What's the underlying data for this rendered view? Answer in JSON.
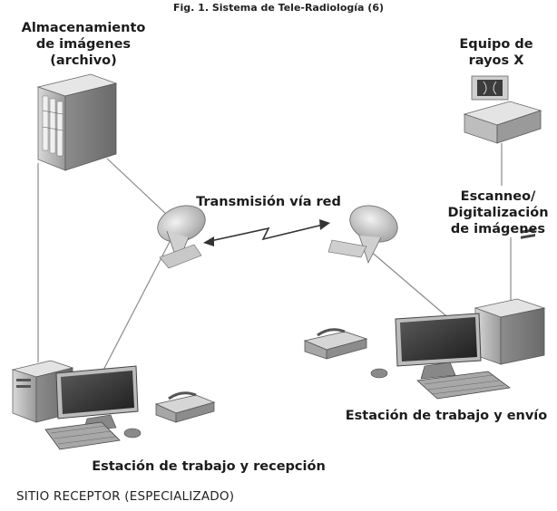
{
  "figure": {
    "caption": "Fig. 1. Sistema de Tele-Radiología (6)",
    "footer": "SITIO RECEPTOR (ESPECIALIZADO)"
  },
  "nodes": {
    "storage": {
      "lines": [
        "Almacenamiento",
        "de imágenes",
        "(archivo)"
      ],
      "icon": "server-tower-icon"
    },
    "xray": {
      "lines": [
        "Equipo de",
        "rayos X"
      ],
      "icon": "xray-scanner-icon"
    },
    "network": {
      "label": "Transmisión vía red",
      "icon": "satellite-dish-icon"
    },
    "scan": {
      "lines": [
        "Escanneo/",
        "Digitalización",
        "de imágenes"
      ]
    },
    "sender": {
      "label": "Estación de trabajo y envío",
      "icon": "workstation-icon"
    },
    "receiver": {
      "label": "Estación de trabajo y recepción",
      "icon": "workstation-icon"
    }
  },
  "colors": {
    "ink": "#1c1c1c",
    "line": "#8a8a8a",
    "device": "#c9c9c9",
    "deviceDark": "#6f6f6f",
    "screen": "#2f2f2f"
  }
}
